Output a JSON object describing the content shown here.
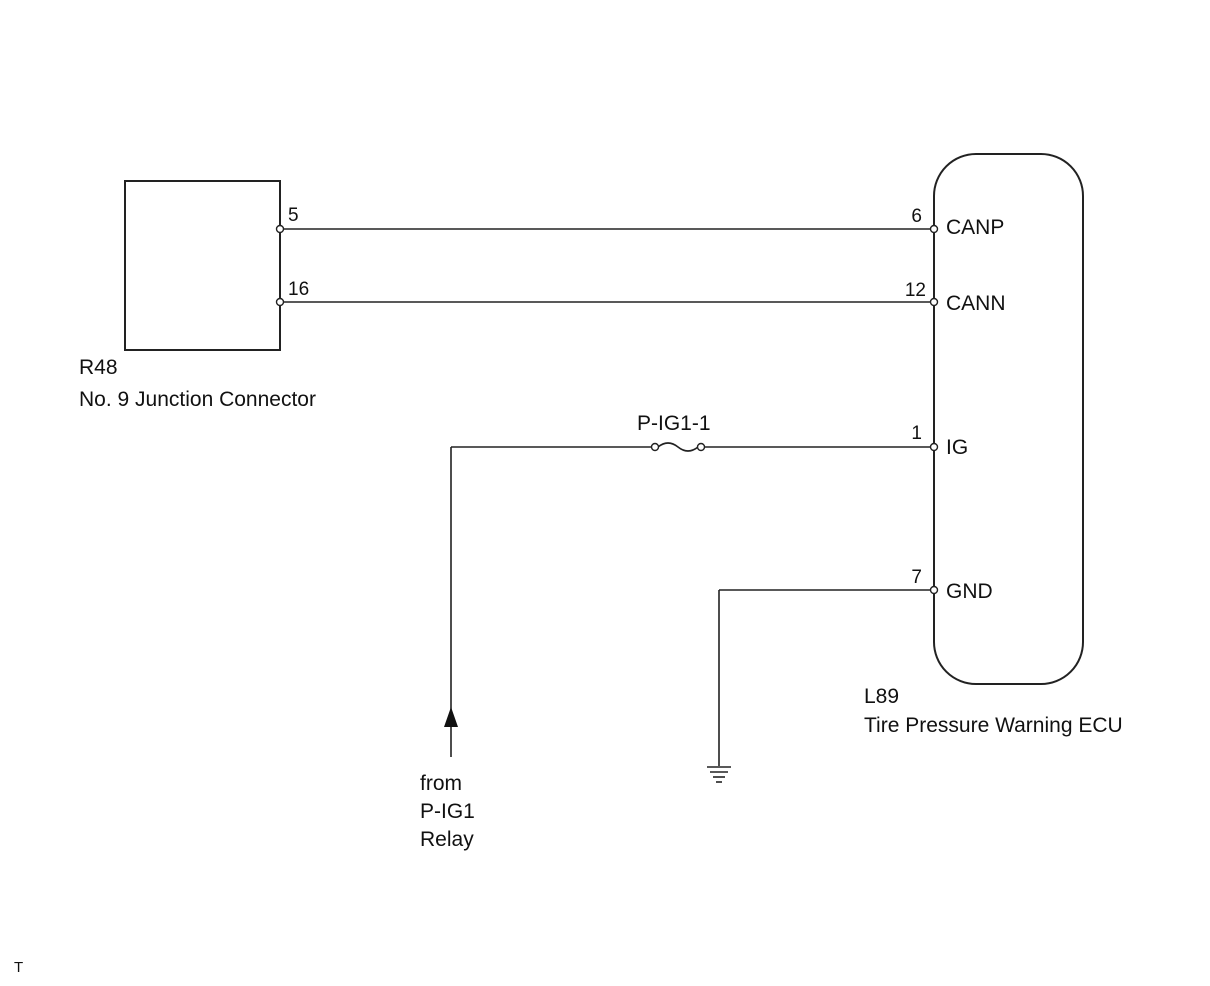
{
  "junction_connector": {
    "code": "R48",
    "name": "No. 9 Junction Connector",
    "pin_top": "5",
    "pin_bottom": "16"
  },
  "ecu": {
    "code": "L89",
    "name": "Tire Pressure Warning ECU",
    "terminals": [
      {
        "pin": "6",
        "signal": "CANP"
      },
      {
        "pin": "12",
        "signal": "CANN"
      },
      {
        "pin": "1",
        "signal": "IG"
      },
      {
        "pin": "7",
        "signal": "GND"
      }
    ]
  },
  "fuse": {
    "label": "P-IG1-1"
  },
  "power_source": {
    "line1": "from",
    "line2": "P-IG1",
    "line3": "Relay"
  },
  "corner_mark": "T"
}
